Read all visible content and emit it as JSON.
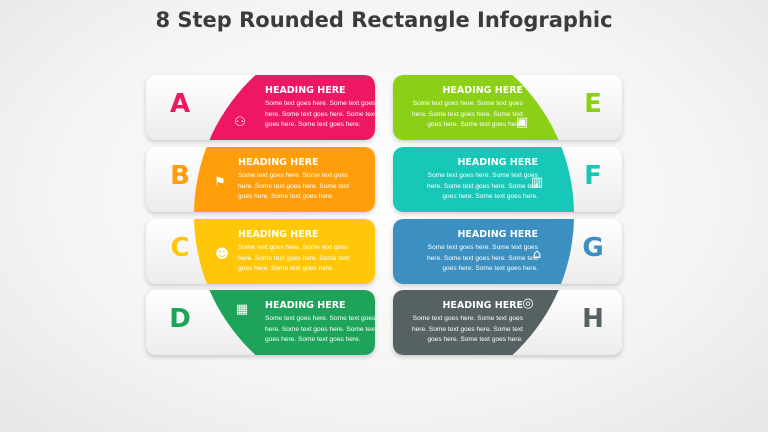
{
  "title": "8 Step Rounded Rectangle Infographic",
  "steps": [
    {
      "letter": "A",
      "heading": "HEADING HERE",
      "text": "Some text goes here. Some text goes here. Some text goes here. Some text goes here. Some text goes here.",
      "color": "#ee1763",
      "icon": "meeting-icon"
    },
    {
      "letter": "B",
      "heading": "HEADING HERE",
      "text": "Some text goes here. Some text goes here. Some text goes here. Some text goes here. Some text goes here.",
      "color": "#ff9d0a",
      "icon": "growth-team-icon"
    },
    {
      "letter": "C",
      "heading": "HEADING HERE",
      "text": "Some text goes here. Some text goes here. Some text goes here. Some text goes here. Some text goes here.",
      "color": "#ffc708",
      "icon": "team-icon"
    },
    {
      "letter": "D",
      "heading": "HEADING HERE",
      "text": "Some text goes here. Some text goes here. Some text goes here. Some text goes here. Some text goes here.",
      "color": "#1ea45a",
      "icon": "calendar-icon"
    },
    {
      "letter": "E",
      "heading": "HEADING HERE",
      "text": "Some text goes here. Some text goes here. Some text goes here. Some text goes here. Some text goes here.",
      "color": "#8ccf17",
      "icon": "briefcase-icon"
    },
    {
      "letter": "F",
      "heading": "HEADING HERE",
      "text": "Some text goes here. Some text goes here. Some text goes here. Some text goes here. Some text goes here.",
      "color": "#17c8b8",
      "icon": "bar-chart-icon"
    },
    {
      "letter": "G",
      "heading": "HEADING HERE",
      "text": "Some text goes here. Some text goes here. Some text goes here. Some text goes here. Some text goes here.",
      "color": "#3b8fc1",
      "icon": "bank-icon"
    },
    {
      "letter": "H",
      "heading": "HEADING HERE",
      "text": "Some text goes here. Some text goes here. Some text goes here. Some text goes here. Some text goes here.",
      "color": "#566164",
      "icon": "target-icon"
    }
  ]
}
